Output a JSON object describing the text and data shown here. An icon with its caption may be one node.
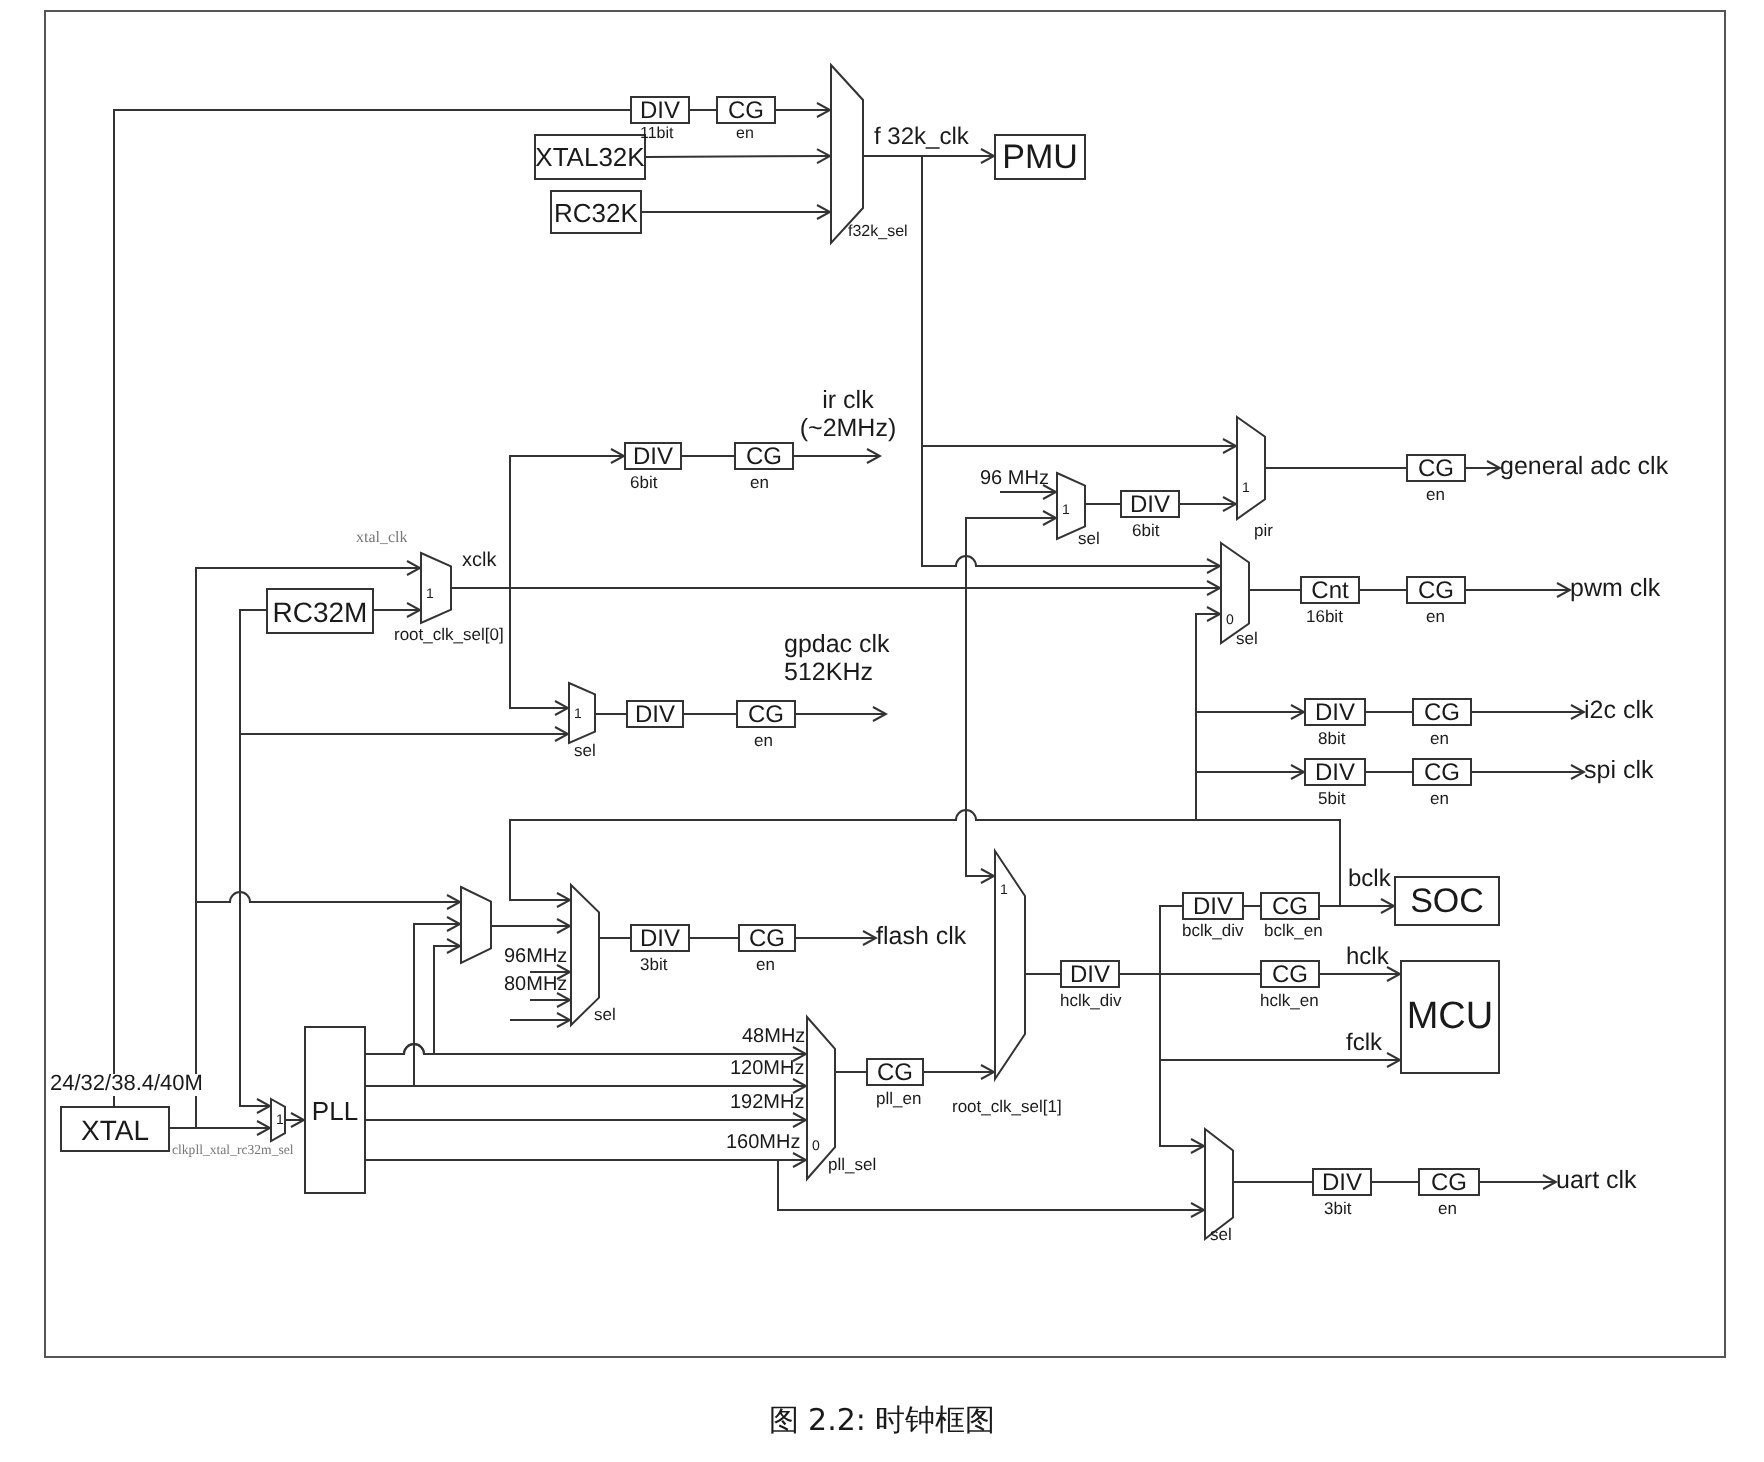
{
  "diagram": {
    "caption": "图 2.2: 时钟框图",
    "nodes": [
      {
        "text": [
          "DIV"
        ],
        "beside": [
          "11bit"
        ]
      },
      {
        "text": [
          "CG"
        ],
        "beside": [
          "en"
        ]
      },
      {
        "text": [
          "XTAL32K"
        ]
      },
      {
        "text": [
          "RC32K"
        ]
      },
      {
        "text": [],
        "shape": "trapezoid",
        "beside": [
          "f32k_sel"
        ]
      },
      {
        "text": [
          "PMU"
        ]
      },
      {
        "text": [
          "DIV"
        ],
        "beside": [
          "6bit"
        ]
      },
      {
        "text": [
          "CG"
        ],
        "beside": [
          "en"
        ]
      },
      {
        "text": [
          "ir clk (~2MHz)"
        ]
      },
      {
        "text": [
          "1"
        ],
        "beside": [
          "pir"
        ]
      },
      {
        "text": [
          "CG"
        ],
        "beside": [
          "en"
        ]
      },
      {
        "text": [
          "general adc clk"
        ]
      },
      {
        "text": [
          "1"
        ],
        "beside": [
          "sel"
        ]
      },
      {
        "text": [
          "DIV"
        ],
        "beside": [
          "6bit"
        ]
      },
      {
        "text": [
          "1"
        ],
        "beside": [
          "root_clk_sel[0]"
        ]
      },
      {
        "text": [
          "RC32M"
        ]
      },
      {
        "text": [
          "0"
        ],
        "beside": [
          "sel"
        ]
      },
      {
        "text": [
          "Cnt"
        ],
        "beside": [
          "16bit"
        ]
      },
      {
        "text": [
          "CG"
        ],
        "beside": [
          "en"
        ]
      },
      {
        "text": [
          "pwm clk"
        ]
      },
      {
        "text": [
          "1"
        ],
        "beside": [
          "sel"
        ]
      },
      {
        "text": [
          "DIV"
        ]
      },
      {
        "text": [
          "CG"
        ],
        "beside": [
          "en"
        ]
      },
      {
        "text": [
          "gpdac clk 512KHz"
        ]
      },
      {
        "text": [
          "DIV"
        ],
        "beside": [
          "8bit"
        ]
      },
      {
        "text": [
          "CG"
        ],
        "beside": [
          "en"
        ]
      },
      {
        "text": [
          "i2c clk"
        ]
      },
      {
        "text": [
          "DIV"
        ],
        "beside": [
          "5bit"
        ]
      },
      {
        "text": [
          "CG"
        ],
        "beside": [
          "en"
        ]
      },
      {
        "text": [
          "spi clk"
        ]
      },
      {
        "text": [],
        "shape": "trapezoid"
      },
      {
        "text": [],
        "shape": "trapezoid",
        "beside": [
          "sel"
        ]
      },
      {
        "text": [
          "DIV"
        ],
        "beside": [
          "3bit"
        ]
      },
      {
        "text": [
          "CG"
        ],
        "beside": [
          "en"
        ]
      },
      {
        "text": [
          "flash clk"
        ]
      },
      {
        "text": [
          "1"
        ],
        "beside": [
          "root_clk_sel[1]"
        ]
      },
      {
        "text": [
          "DIV"
        ],
        "beside": [
          "hclk_div"
        ]
      },
      {
        "text": [
          "DIV"
        ],
        "beside": [
          "bclk_div"
        ]
      },
      {
        "text": [
          "CG"
        ],
        "beside": [
          "bclk_en"
        ]
      },
      {
        "text": [
          "SOC"
        ]
      },
      {
        "text": [
          "CG"
        ],
        "beside": [
          "hclk_en"
        ]
      },
      {
        "text": [
          "MCU"
        ]
      },
      {
        "text": [
          "XTAL"
        ],
        "beside": [
          "24/32/38.4/40M"
        ]
      },
      {
        "text": [
          "1"
        ],
        "beside": [
          "clkpll_xtal_rc32m_sel"
        ]
      },
      {
        "text": [
          "PLL"
        ]
      },
      {
        "text": [
          "0"
        ],
        "beside": [
          "pll_sel"
        ]
      },
      {
        "text": [
          "CG"
        ],
        "beside": [
          "pll_en"
        ]
      },
      {
        "text": [],
        "shape": "trapezoid",
        "beside": [
          "sel"
        ]
      },
      {
        "text": [
          "DIV"
        ],
        "beside": [
          "3bit"
        ]
      },
      {
        "text": [
          "CG"
        ],
        "beside": [
          "en"
        ]
      },
      {
        "text": [
          "uart clk"
        ]
      }
    ],
    "edges": [
      {
        "from": 42,
        "to": 0,
        "arrow": "none"
      },
      {
        "from": 0,
        "to": 1,
        "arrow": "none"
      },
      {
        "from": 1,
        "to": 4,
        "arrow": "to"
      },
      {
        "from": 2,
        "to": 4,
        "arrow": "to"
      },
      {
        "from": 3,
        "to": 4,
        "arrow": "to"
      },
      {
        "from": 4,
        "to": 5,
        "arrow": "to",
        "label": "f 32k_clk"
      },
      {
        "from": 4,
        "to": 9,
        "arrow": "to"
      },
      {
        "from": 4,
        "to": 16,
        "arrow": "to"
      },
      {
        "from": 14,
        "to": 6,
        "arrow": "to"
      },
      {
        "from": 6,
        "to": 7,
        "arrow": "none"
      },
      {
        "from": 7,
        "to": 8,
        "arrow": "to"
      },
      {
        "from": 12,
        "to": 13,
        "arrow": "none"
      },
      {
        "from": 13,
        "to": 9,
        "arrow": "to"
      },
      {
        "from": 9,
        "to": 10,
        "arrow": "none"
      },
      {
        "from": 10,
        "to": 11,
        "arrow": "to"
      },
      {
        "from": 42,
        "to": 14,
        "arrow": "to",
        "label": "xtal_clk"
      },
      {
        "from": 15,
        "to": 14,
        "arrow": "to"
      },
      {
        "from": 14,
        "to": 16,
        "arrow": "to",
        "label": "xclk"
      },
      {
        "from": 14,
        "to": 20,
        "arrow": "to"
      },
      {
        "from": 14,
        "to": 12,
        "arrow": "to"
      },
      {
        "from": 14,
        "to": 35,
        "arrow": "to"
      },
      {
        "from": null,
        "to": 12,
        "arrow": "to",
        "label": "96 MHz"
      },
      {
        "from": 16,
        "to": 17,
        "arrow": "none"
      },
      {
        "from": 17,
        "to": 18,
        "arrow": "none"
      },
      {
        "from": 18,
        "to": 19,
        "arrow": "to"
      },
      {
        "from": 15,
        "to": 20,
        "arrow": "to"
      },
      {
        "from": 15,
        "to": 43,
        "arrow": "to"
      },
      {
        "from": 20,
        "to": 21,
        "arrow": "none"
      },
      {
        "from": 21,
        "to": 22,
        "arrow": "none"
      },
      {
        "from": 22,
        "to": 23,
        "arrow": "to"
      },
      {
        "from": 38,
        "to": 24,
        "arrow": "to"
      },
      {
        "from": 24,
        "to": 25,
        "arrow": "none"
      },
      {
        "from": 25,
        "to": 26,
        "arrow": "to"
      },
      {
        "from": 38,
        "to": 27,
        "arrow": "to"
      },
      {
        "from": 27,
        "to": 28,
        "arrow": "none"
      },
      {
        "from": 28,
        "to": 29,
        "arrow": "to"
      },
      {
        "from": 38,
        "to": 16,
        "arrow": "to"
      },
      {
        "from": 38,
        "to": 31,
        "arrow": "to"
      },
      {
        "from": 42,
        "to": 30,
        "arrow": "to"
      },
      {
        "from": 44,
        "to": 30,
        "arrow": "to"
      },
      {
        "from": 44,
        "to": 30,
        "arrow": "to"
      },
      {
        "from": 30,
        "to": 31,
        "arrow": "to"
      },
      {
        "from": null,
        "to": 31,
        "arrow": "to",
        "label": "96MHz"
      },
      {
        "from": null,
        "to": 31,
        "arrow": "to",
        "label": "80MHz"
      },
      {
        "from": null,
        "to": 31,
        "arrow": "to"
      },
      {
        "from": 31,
        "to": 32,
        "arrow": "none"
      },
      {
        "from": 32,
        "to": 33,
        "arrow": "none"
      },
      {
        "from": 33,
        "to": 34,
        "arrow": "to"
      },
      {
        "from": 42,
        "to": 43,
        "arrow": "to"
      },
      {
        "from": 43,
        "to": 44,
        "arrow": "to"
      },
      {
        "from": 44,
        "to": 45,
        "arrow": "to",
        "label": "48MHz"
      },
      {
        "from": 44,
        "to": 45,
        "arrow": "to",
        "label": "120MHz"
      },
      {
        "from": 44,
        "to": 45,
        "arrow": "to",
        "label": "192MHz"
      },
      {
        "from": 44,
        "to": 45,
        "arrow": "to",
        "label": "160MHz"
      },
      {
        "from": 44,
        "to": 47,
        "arrow": "to"
      },
      {
        "from": 45,
        "to": 46,
        "arrow": "none"
      },
      {
        "from": 46,
        "to": 35,
        "arrow": "to"
      },
      {
        "from": 35,
        "to": 36,
        "arrow": "none"
      },
      {
        "from": 36,
        "to": 40,
        "arrow": "none"
      },
      {
        "from": 40,
        "to": 41,
        "arrow": "to",
        "label": "hclk"
      },
      {
        "from": 36,
        "to": 37,
        "arrow": "none"
      },
      {
        "from": 37,
        "to": 38,
        "arrow": "none"
      },
      {
        "from": 38,
        "to": 39,
        "arrow": "to",
        "label": "bclk"
      },
      {
        "from": 36,
        "to": 41,
        "arrow": "to",
        "label": "fclk"
      },
      {
        "from": 36,
        "to": 47,
        "arrow": "to"
      },
      {
        "from": 47,
        "to": 48,
        "arrow": "none"
      },
      {
        "from": 48,
        "to": 49,
        "arrow": "none"
      },
      {
        "from": 49,
        "to": 50,
        "arrow": "to"
      }
    ]
  }
}
